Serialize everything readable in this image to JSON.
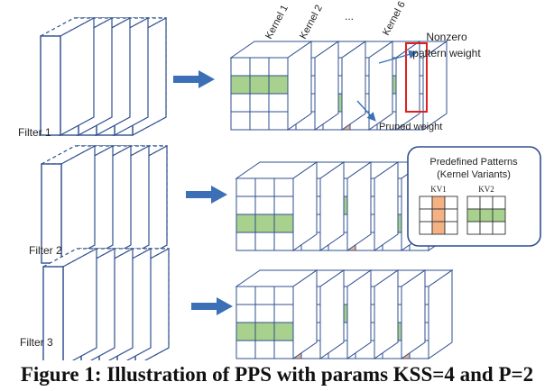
{
  "labels": {
    "filter_1": "Filter 1",
    "filter_2": "Filter 2",
    "filter_3": "Filter 3",
    "kernel_1": "Kernel 1",
    "kernel_2": "Kernel 2",
    "kernel_dots": "...",
    "kernel_6": "Kernel 6",
    "nonzero_line1": "Nonzero",
    "nonzero_line2": "pattern weight",
    "pruned_weight": "Pruned weight"
  },
  "patterns_box": {
    "title_line1": "Predefined Patterns",
    "title_line2": "(Kernel Variants)",
    "kv1": "KV1",
    "kv2": "KV2",
    "kv1_cells": [
      [
        0,
        1,
        0
      ],
      [
        0,
        1,
        0
      ],
      [
        0,
        1,
        0
      ]
    ],
    "kv2_cells": [
      [
        0,
        0,
        0
      ],
      [
        1,
        1,
        1
      ],
      [
        0,
        0,
        0
      ]
    ]
  },
  "caption": "Figure 1: Illustration of PPS with params KSS=4 and P=2",
  "colors": {
    "line": "#2f4f8f",
    "arrow": "#3b6fb6",
    "orange": "#f4b183",
    "green": "#a9d18e",
    "red": "#e02020",
    "annot": "#3b6fb6"
  }
}
